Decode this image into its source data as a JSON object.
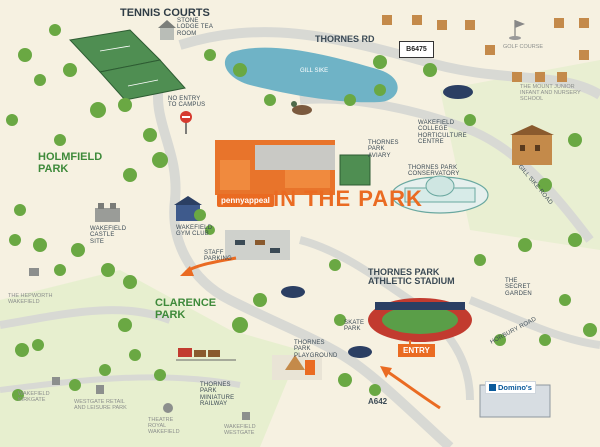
{
  "map": {
    "event_banner": "pennyappeal",
    "event_title": "IN THE PARK",
    "postcode": "B6475",
    "entry_label": "ENTRY",
    "sponsor": "Domino's",
    "labels": {
      "tennis_courts": "TENNIS COURTS",
      "stone_lodge": "STONE LODGE TEA ROOM",
      "thornes_rd": "THORNES RD",
      "golf_course": "GOLF COURSE",
      "mount_school": "THE MOUNT JUNIOR INFANT AND NURSERY SCHOOL",
      "no_entry": "NO ENTRY TO CAMPUS",
      "gill_sike": "GILL SIKE",
      "wakefield_college": "WAKEFIELD COLLEGE HORTICULTURE CENTRE",
      "holmfield_park": "HOLMFIELD PARK",
      "aviary": "THORNES PARK AVIARY",
      "conservatory": "THORNES PARK CONSERVATORY",
      "gill_sike_road": "GILL SIKE ROAD",
      "castle_site": "WAKEFIELD CASTLE SITE",
      "gym_club": "WAKEFIELD GYM CLUB",
      "staff_parking": "STAFF PARKING",
      "athletic_stadium": "THORNES PARK ATHLETIC STADIUM",
      "secret_garden": "THE SECRET GARDEN",
      "hepworth": "THE HEPWORTH WAKEFIELD",
      "clarence_park": "CLARENCE PARK",
      "skate_park": "SKATE PARK",
      "horbury_road": "HORBURY ROAD",
      "playground": "THORNES PARK PLAYGROUND",
      "wakefield_kirkgate": "WAKEFIELD KIRKGATE",
      "westgate_retail": "WESTGATE RETAIL AND LEISURE PARK",
      "railway": "THORNES PARK MINIATURE RAILWAY",
      "a642": "A642",
      "theatre_royal": "THEATRE ROYAL WAKEFIELD",
      "wakefield_westgate": "WAKEFIELD WESTGATE"
    }
  },
  "colors": {
    "background": "#f6f1e1",
    "road": "#d8d9d4",
    "grass": "#cfe3b5",
    "water": "#6fb3c6",
    "accent": "#ea6b22",
    "tree": "#6aa843",
    "text": "#3b4a55"
  }
}
